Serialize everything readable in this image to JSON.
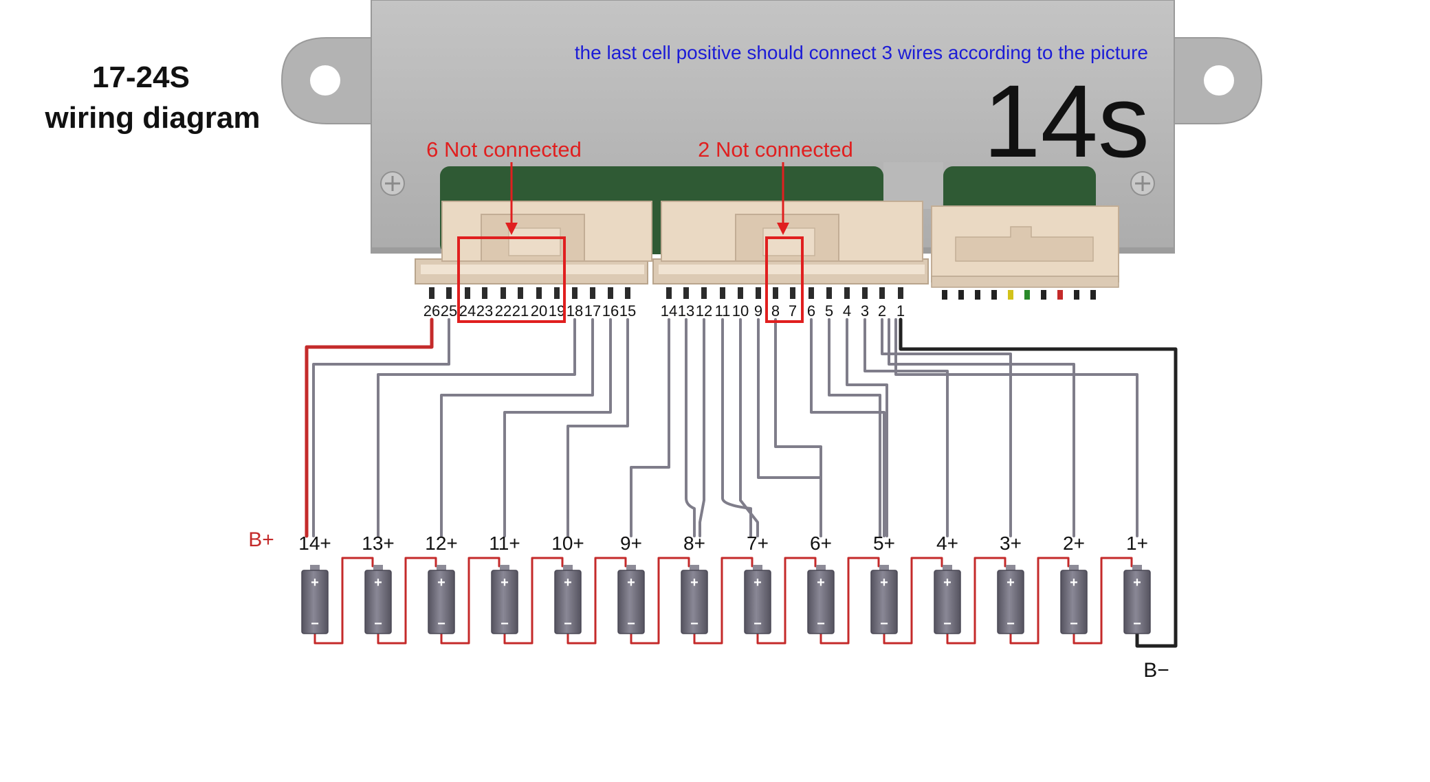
{
  "title": {
    "line1": "17-24S",
    "line2": "wiring diagram"
  },
  "note": "the last cell positive should connect 3 wires according to the picture",
  "series_label": "14s",
  "callouts": {
    "left": "6 Not connected",
    "right": "2 Not connected"
  },
  "pins_left": [
    "26",
    "25",
    "24",
    "23",
    "22",
    "21",
    "20",
    "19",
    "18",
    "17",
    "16",
    "15"
  ],
  "pins_right": [
    "14",
    "13",
    "12",
    "11",
    "10",
    "9",
    "8",
    "7",
    "6",
    "5",
    "4",
    "3",
    "2",
    "1"
  ],
  "cells": [
    "14+",
    "13+",
    "12+",
    "11+",
    "10+",
    "9+",
    "8+",
    "7+",
    "6+",
    "5+",
    "4+",
    "3+",
    "2+",
    "1+"
  ],
  "terminals": {
    "positive": "B+",
    "negative": "B−"
  },
  "polarity": {
    "plus": "+",
    "minus": "−"
  },
  "colors": {
    "wire_gray": "#7f7d8a",
    "wire_red": "#c42a2a",
    "wire_black": "#222222",
    "callout_red": "#e01f1f",
    "note_blue": "#1c1cd6",
    "board_gray": "#b9b9b9",
    "pcb_green": "#2f5a34",
    "connector_beige": "#e8d9c6",
    "battery_body": "#6e6c7a"
  }
}
